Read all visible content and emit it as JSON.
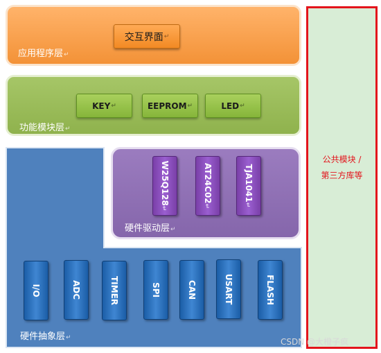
{
  "return_mark": "↵",
  "app_layer": {
    "label": "应用程序层",
    "button": "交互界面"
  },
  "function_layer": {
    "label": "功能模块层",
    "modules": [
      "KEY",
      "EEPROM",
      "LED"
    ]
  },
  "driver_layer": {
    "label": "硬件驱动层",
    "drivers": [
      "W25Q128",
      "AT24C02",
      "TJA1041"
    ]
  },
  "abstraction_layer": {
    "label": "硬件抽象层",
    "peripherals": [
      "I/O",
      "ADC",
      "TIMER",
      "SPI",
      "CAN",
      "USART",
      "FLASH"
    ]
  },
  "common_panel": {
    "line1": "公共模块 /",
    "line2": "第三方库等"
  },
  "watermark": "CSDN @大橙子疯",
  "colors": {
    "app": "#f39237",
    "function": "#8fb24d",
    "driver": "#8566ab",
    "abstraction": "#4f81bd",
    "common_border": "#e3141c",
    "common_bg": "#d8edd6"
  }
}
